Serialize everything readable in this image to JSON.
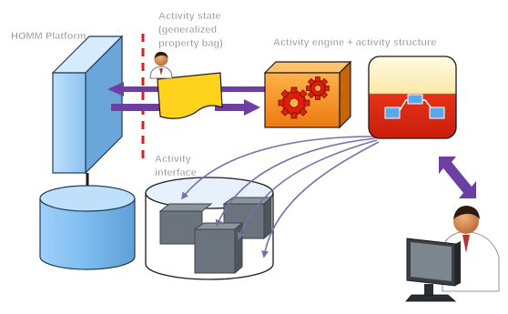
{
  "labels": {
    "platform": "HOMM Platform",
    "state_line1": "Activity state",
    "state_line2": "(generalized",
    "state_line3": "property bag)",
    "engine": "Activity engine + activity structure",
    "interface_line1": "Activity",
    "interface_line2": "interface"
  },
  "colors": {
    "platform": "#a9d2f7",
    "platform_dark": "#6aa6da",
    "state_doc": "#ffd21e",
    "engine_box": "#f58a1e",
    "engine_box_dark": "#c86508",
    "structure_red": "#e02a10",
    "structure_light": "#fdf6d0",
    "arrow_purple": "#6d3fa2",
    "boundary_red": "#e21b1b",
    "cylinder_blue": "#7fbdf2",
    "interface_gray": "#6b747d"
  },
  "icons": [
    "gears-icon",
    "person-icon",
    "user-workstation-icon",
    "document-icon"
  ]
}
